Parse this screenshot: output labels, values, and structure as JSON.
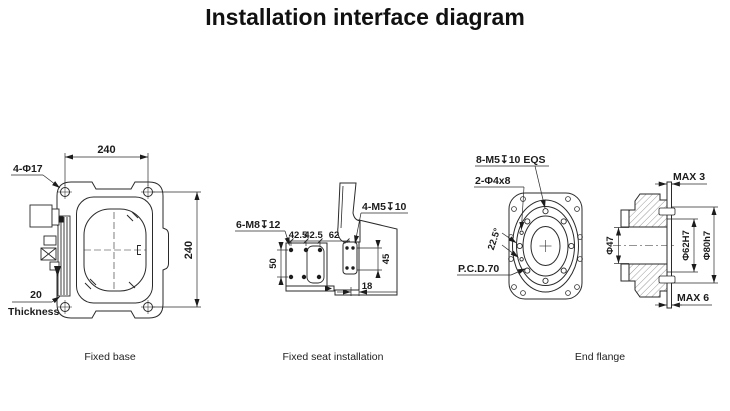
{
  "title": "Installation interface diagram",
  "captions": {
    "fixed_base": "Fixed base",
    "fixed_seat": "Fixed seat installation",
    "end_flange": "End flange"
  },
  "fixed_base": {
    "label_holes": "4-Φ17",
    "dim_width": "240",
    "dim_height": "240",
    "thickness_value": "20",
    "thickness_word": "Thickness"
  },
  "fixed_seat": {
    "label_left_holes": "6-M8↧12",
    "label_right_holes": "4-M5↧10",
    "dim_a": "42.5",
    "dim_b": "42.5",
    "dim_c": "62",
    "dim_row_spacing": "50",
    "dim_flange_height": "45",
    "dim_offset": "18"
  },
  "end_flange": {
    "label_tapped_holes": "8-M5↧10 EQS",
    "label_pin_holes": "2-Φ4x8",
    "dim_angle": "22.5°",
    "label_pcd": "P.C.D.70",
    "dim_bore": "Φ47",
    "dim_spigot": "Φ62H7",
    "dim_pilot": "Φ80h7",
    "dim_max_top": "MAX 3",
    "dim_max_bottom": "MAX 6"
  }
}
